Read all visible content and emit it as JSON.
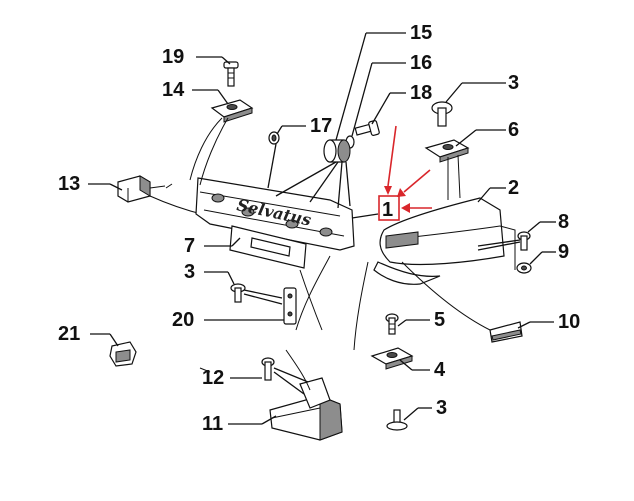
{
  "diagram": {
    "accent_color": "#d9262b",
    "highlighted_callout": "1",
    "bumper_emblem_text": "Selvatus",
    "callouts": {
      "c1": "1",
      "c2": "2",
      "c3a": "3",
      "c3b": "3",
      "c3c": "3",
      "c4": "4",
      "c5": "5",
      "c6": "6",
      "c7": "7",
      "c8": "8",
      "c9": "9",
      "c10": "10",
      "c11": "11",
      "c12": "12",
      "c13": "13",
      "c14": "14",
      "c15": "15",
      "c16": "16",
      "c17": "17",
      "c18": "18",
      "c19": "19",
      "c20": "20",
      "c21": "21"
    }
  }
}
